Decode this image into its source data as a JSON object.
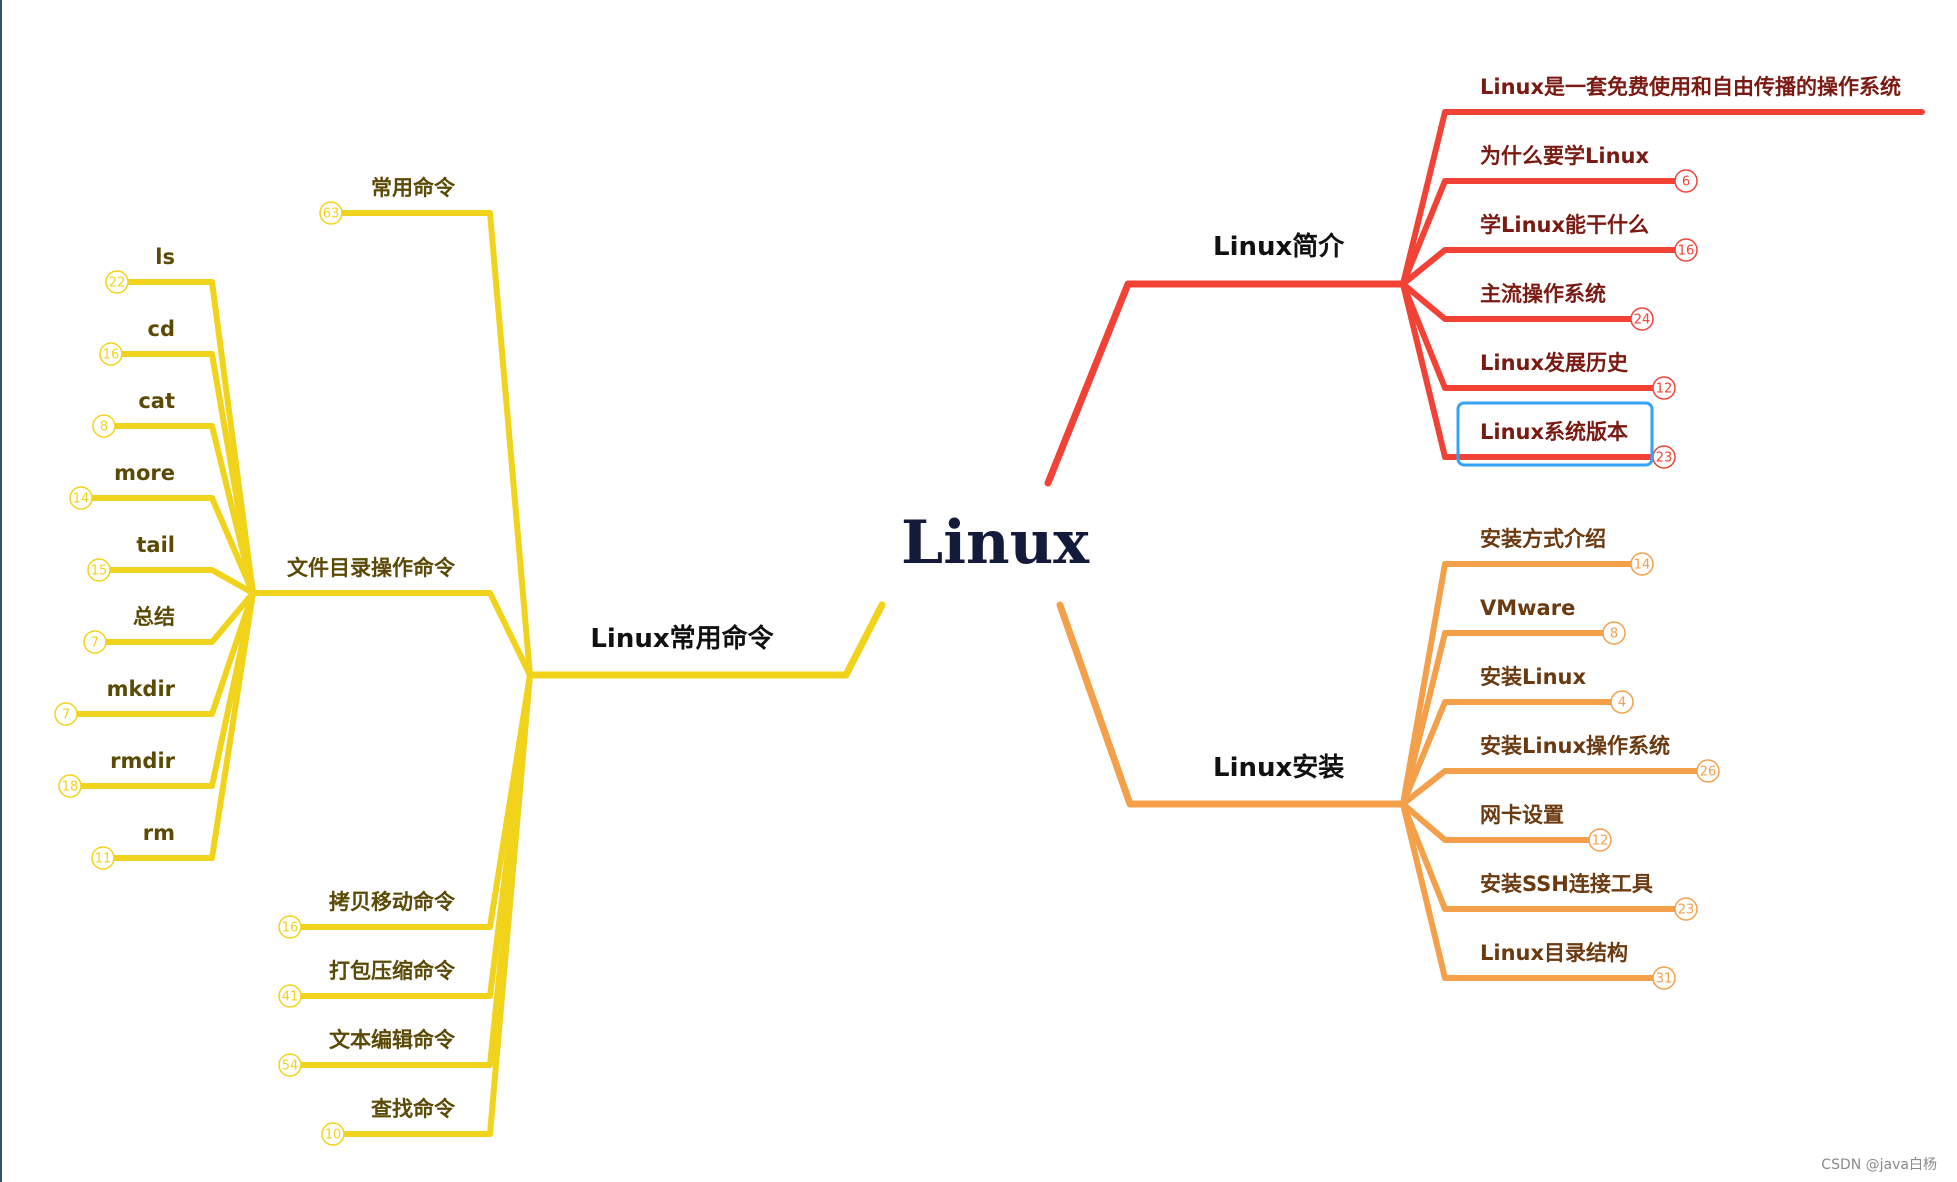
{
  "root": {
    "label": "Linux"
  },
  "colors": {
    "red": "#f24236",
    "orange": "#f4a04a",
    "yellow": "#f2d31b",
    "selection": "#36a3f7"
  },
  "branches": {
    "intro": {
      "label": "Linux简介",
      "children": [
        {
          "label": "Linux是一套免费使用和自由传播的操作系统",
          "count": ""
        },
        {
          "label": "为什么要学Linux",
          "count": "6"
        },
        {
          "label": "学Linux能干什么",
          "count": "16"
        },
        {
          "label": "主流操作系统",
          "count": "24"
        },
        {
          "label": "Linux发展历史",
          "count": "12"
        },
        {
          "label": "Linux系统版本",
          "count": "23",
          "selected": true
        }
      ]
    },
    "install": {
      "label": "Linux安装",
      "children": [
        {
          "label": "安装方式介绍",
          "count": "14"
        },
        {
          "label": "VMware",
          "count": "8"
        },
        {
          "label": "安装Linux",
          "count": "4"
        },
        {
          "label": "安装Linux操作系统",
          "count": "26"
        },
        {
          "label": "网卡设置",
          "count": "12"
        },
        {
          "label": "安装SSH连接工具",
          "count": "23"
        },
        {
          "label": "Linux目录结构",
          "count": "31"
        }
      ]
    },
    "commands": {
      "label": "Linux常用命令",
      "children": [
        {
          "label": "常用命令",
          "count": "63"
        },
        {
          "label": "文件目录操作命令",
          "count": "",
          "children": [
            {
              "label": "ls",
              "count": "22"
            },
            {
              "label": "cd",
              "count": "16"
            },
            {
              "label": "cat",
              "count": "8"
            },
            {
              "label": "more",
              "count": "14"
            },
            {
              "label": "tail",
              "count": "15"
            },
            {
              "label": "总结",
              "count": "7"
            },
            {
              "label": "mkdir",
              "count": "7"
            },
            {
              "label": "rmdir",
              "count": "18"
            },
            {
              "label": "rm",
              "count": "11"
            }
          ]
        },
        {
          "label": "拷贝移动命令",
          "count": "16"
        },
        {
          "label": "打包压缩命令",
          "count": "41"
        },
        {
          "label": "文本编辑命令",
          "count": "54"
        },
        {
          "label": "查找命令",
          "count": "10"
        }
      ]
    }
  },
  "watermark": "CSDN @java白杨"
}
